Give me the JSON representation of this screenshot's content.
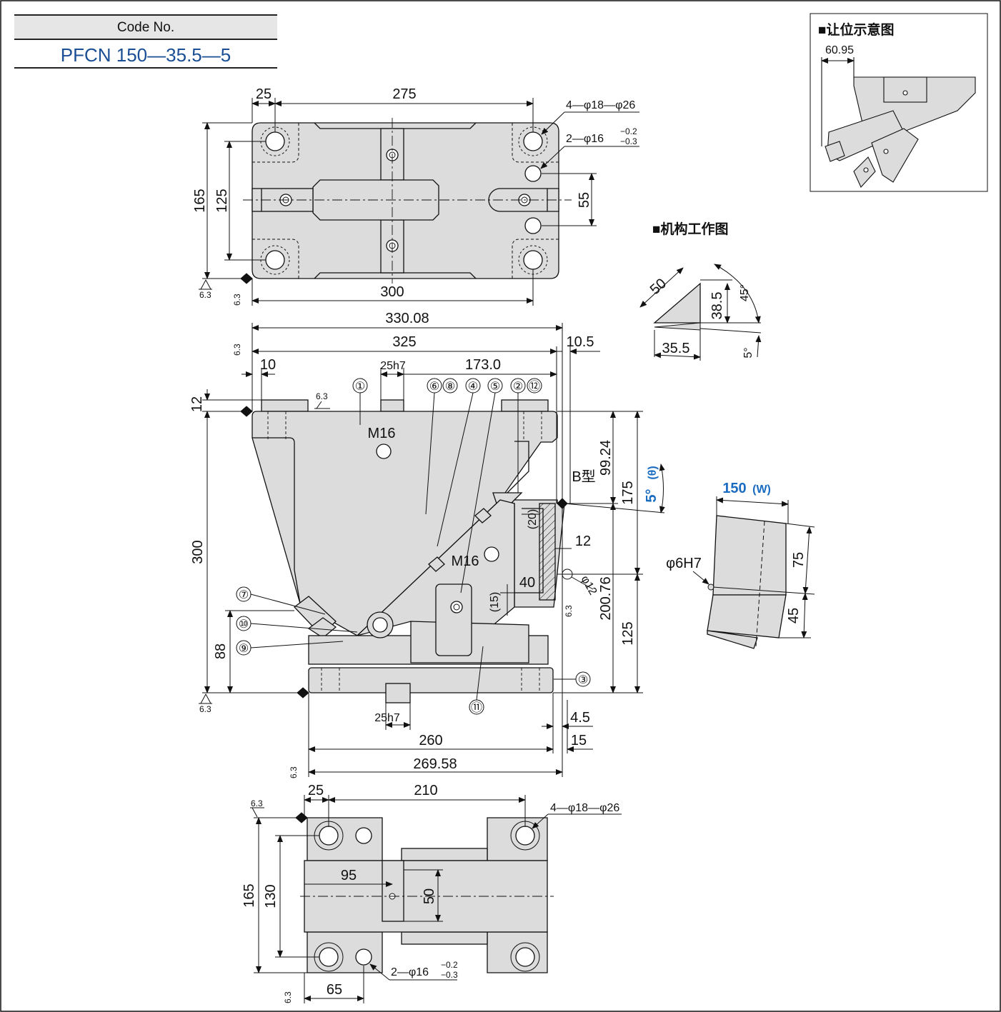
{
  "code_label": "Code No.",
  "code_value": "PFCN 150—35.5—5",
  "relief_title": "■让位示意图",
  "relief_dim": "60.95",
  "mech_title": "■机构工作图",
  "mech": {
    "d50": "50",
    "d385": "38.5",
    "d355": "35.5",
    "a45": "45°",
    "a5": "5°"
  },
  "top_view": {
    "d25": "25",
    "d275": "275",
    "d300": "300",
    "d165": "165",
    "d125": "125",
    "d55": "55",
    "holes_a": "4—φ18—φ26",
    "holes_b": "2—φ16",
    "tol_up": "−0.2",
    "tol_dn": "−0.3",
    "rough": "6.3"
  },
  "front_view": {
    "d33008": "330.08",
    "d325": "325",
    "d105": "10.5",
    "d10": "10",
    "d25h7": "25h7",
    "d1730": "173.0",
    "d12": "12",
    "d300": "300",
    "d88": "88",
    "d9924": "99.24",
    "d175": "175",
    "d20076": "200.76",
    "d125": "125",
    "d20": "(20)",
    "d12b": "12",
    "d40": "40",
    "d15": "(15)",
    "phi12": "φ12",
    "btype": "B型",
    "angle": "5°",
    "angle_var": "(θ)",
    "m16a": "M16",
    "m16b": "M16",
    "d25h7b": "25h7",
    "d260": "260",
    "d26958": "269.58",
    "d45": "4.5",
    "d15b": "15",
    "callouts": [
      "①",
      "②",
      "③",
      "④",
      "⑤",
      "⑥",
      "⑦",
      "⑧",
      "⑨",
      "⑩",
      "⑪",
      "⑫"
    ]
  },
  "side_view": {
    "width": "150",
    "width_var": "(W)",
    "pin": "φ6H7",
    "d75": "75",
    "d45": "45"
  },
  "bottom_view": {
    "d25": "25",
    "d210": "210",
    "d95": "95",
    "d50": "50",
    "d165": "165",
    "d130": "130",
    "d65": "65",
    "holes_a": "4—φ18—φ26",
    "holes_b": "2—φ16",
    "tol_up": "−0.2",
    "tol_dn": "−0.3"
  }
}
